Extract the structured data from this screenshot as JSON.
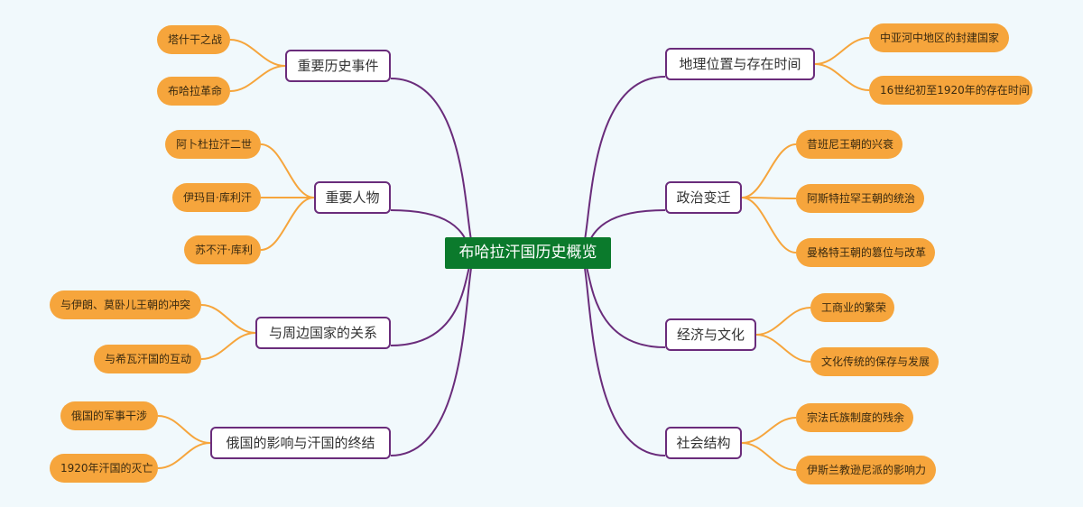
{
  "root": {
    "label": "布哈拉汗国历史概览"
  },
  "branches": [
    {
      "label": "重要历史事件",
      "side": "left",
      "children": [
        "塔什干之战",
        "布哈拉革命"
      ]
    },
    {
      "label": "重要人物",
      "side": "left",
      "children": [
        "阿卜杜拉汗二世",
        "伊玛目·库利汗",
        "苏不汗·库利"
      ]
    },
    {
      "label": "与周边国家的关系",
      "side": "left",
      "children": [
        "与伊朗、莫卧儿王朝的冲突",
        "与希瓦汗国的互动"
      ]
    },
    {
      "label": "俄国的影响与汗国的终结",
      "side": "left",
      "children": [
        "俄国的军事干涉",
        "1920年汗国的灭亡"
      ]
    },
    {
      "label": "地理位置与存在时间",
      "side": "right",
      "children": [
        "中亚河中地区的封建国家",
        "16世纪初至1920年的存在时间"
      ]
    },
    {
      "label": "政治变迁",
      "side": "right",
      "children": [
        "昔班尼王朝的兴衰",
        "阿斯特拉罕王朝的统治",
        "曼格特王朝的篡位与改革"
      ]
    },
    {
      "label": "经济与文化",
      "side": "right",
      "children": [
        "工商业的繁荣",
        "文化传统的保存与发展"
      ]
    },
    {
      "label": "社会结构",
      "side": "right",
      "children": [
        "宗法氏族制度的残余",
        "伊斯兰教逊尼派的影响力"
      ]
    }
  ],
  "colors": {
    "background": "#f1f9fc",
    "root": "#0b7a2c",
    "branch_border": "#6a2c7b",
    "leaf": "#f6a53c",
    "leaf_connector": "#f6a53c"
  }
}
